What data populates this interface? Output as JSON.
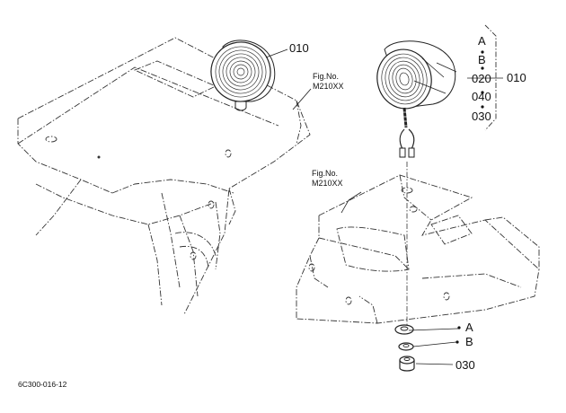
{
  "drawing_code": "6C300-016-12",
  "left_view": {
    "part_label": "010",
    "fig_ref": {
      "line1": "Fig.No.",
      "line2": "M210XX"
    }
  },
  "right_view": {
    "fig_ref": {
      "line1": "Fig.No.",
      "line2": "M210XX"
    },
    "bracket_group": {
      "stack_labels": [
        "A",
        "B",
        "020",
        "040",
        "030"
      ],
      "group_label": "010"
    },
    "hardware_labels": [
      "A",
      "B",
      "030"
    ]
  }
}
